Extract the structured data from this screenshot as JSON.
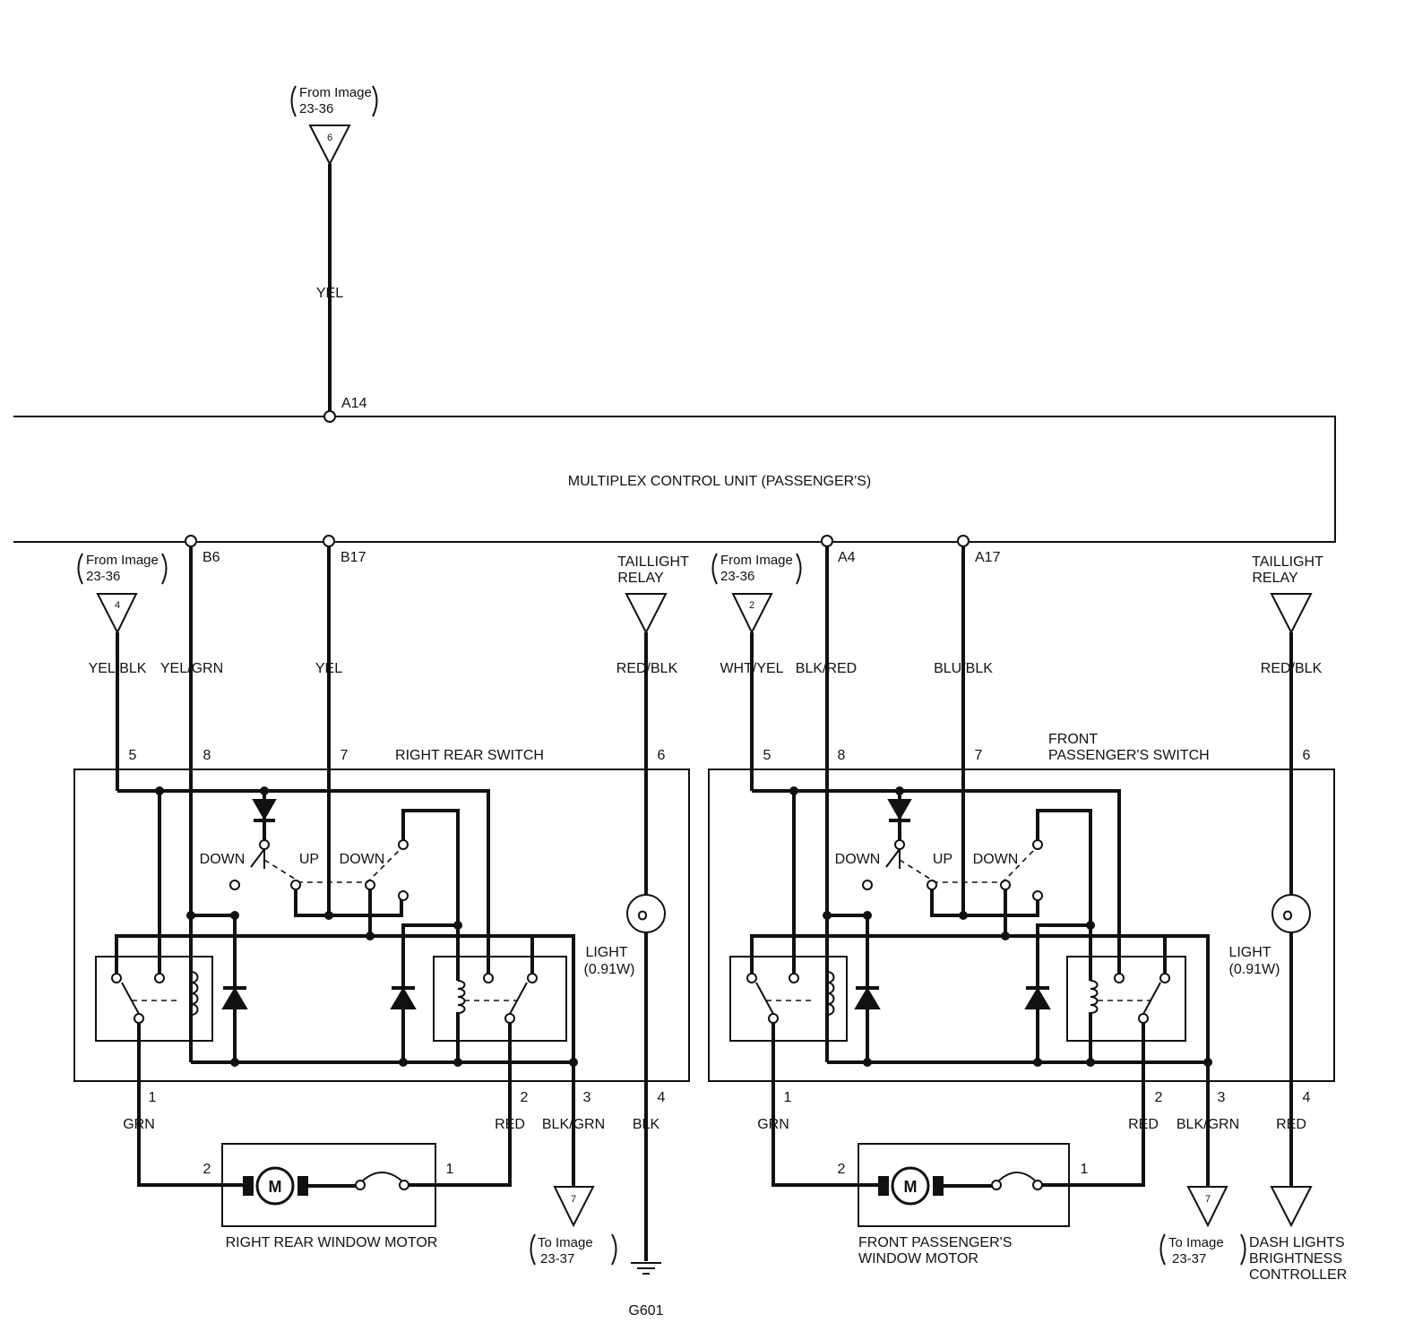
{
  "unit": {
    "label": "MULTIPLEX CONTROL UNIT (PASSENGER'S)"
  },
  "top": {
    "source": {
      "line1": "From Image",
      "line2": "23-36",
      "num": "6"
    },
    "wire": "YEL",
    "pin": "A14"
  },
  "pins": {
    "b6": "B6",
    "b17": "B17",
    "a4": "A4",
    "a17": "A17"
  },
  "taillight": {
    "line1": "TAILLIGHT",
    "line2": "RELAY"
  },
  "left": {
    "source": {
      "line1": "From Image",
      "line2": "23-36",
      "num": "4"
    },
    "wires": {
      "p5": "YEL/BLK",
      "p8": "YEL/GRN",
      "p7": "YEL",
      "p6": "RED/BLK",
      "p1": "GRN",
      "p2": "RED",
      "p3": "BLK/GRN",
      "p4": "BLK"
    },
    "nums": {
      "p5": "5",
      "p8": "8",
      "p7": "7",
      "p6": "6",
      "p1": "1",
      "p2": "2",
      "p3": "3",
      "p4": "4"
    },
    "switch_title": "RIGHT REAR SWITCH",
    "down1": "DOWN",
    "up": "UP",
    "down2": "DOWN",
    "light": {
      "line1": "LIGHT",
      "line2": "(0.91W)"
    },
    "motor": {
      "symbol": "M",
      "label": "RIGHT REAR WINDOW MOTOR",
      "pin2": "2",
      "pin1": "1"
    },
    "dest": {
      "line1": "To  Image",
      "line2": "23-37",
      "num": "7"
    },
    "ground": "G601"
  },
  "right": {
    "source": {
      "line1": "From Image",
      "line2": "23-36",
      "num": "2"
    },
    "wires": {
      "p5": "WHT/YEL",
      "p8": "BLK/RED",
      "p7": "BLU/BLK",
      "p6": "RED/BLK",
      "p1": "GRN",
      "p2": "RED",
      "p3": "BLK/GRN",
      "p4": "RED"
    },
    "nums": {
      "p5": "5",
      "p8": "8",
      "p7": "7",
      "p6": "6",
      "p1": "1",
      "p2": "2",
      "p3": "3",
      "p4": "4"
    },
    "switch_title1": "FRONT",
    "switch_title2": "PASSENGER'S SWITCH",
    "down1": "DOWN",
    "up": "UP",
    "down2": "DOWN",
    "light": {
      "line1": "LIGHT",
      "line2": "(0.91W)"
    },
    "motor": {
      "symbol": "M",
      "label1": "FRONT PASSENGER'S",
      "label2": "WINDOW MOTOR",
      "pin2": "2",
      "pin1": "1"
    },
    "dest": {
      "line1": "To  Image",
      "line2": "23-37",
      "num": "7"
    },
    "dash": {
      "line1": "DASH LIGHTS",
      "line2": "BRIGHTNESS",
      "line3": "CONTROLLER"
    }
  }
}
